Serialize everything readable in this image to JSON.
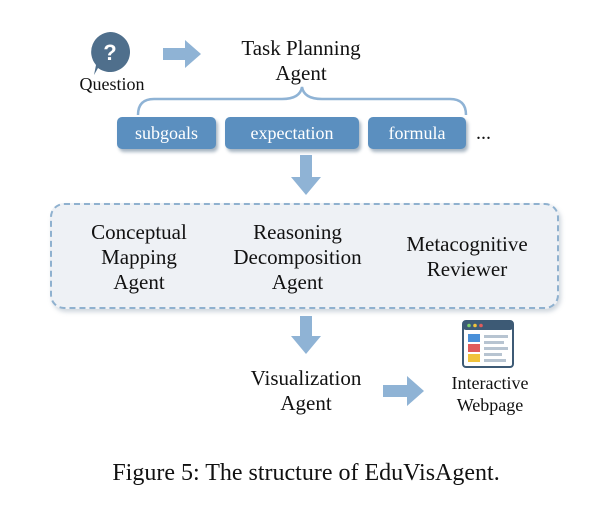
{
  "question_label": "Question",
  "task_planning_agent": [
    "Task Planning",
    "Agent"
  ],
  "tags": [
    "subgoals",
    "expectation",
    "formula"
  ],
  "tags_more": "...",
  "agents": {
    "conceptual": [
      "Conceptual",
      "Mapping",
      "Agent"
    ],
    "reasoning": [
      "Reasoning",
      "Decomposition",
      "Agent"
    ],
    "metacognitive": [
      "Metacognitive",
      "Reviewer"
    ]
  },
  "visualization_agent": [
    "Visualization",
    "Agent"
  ],
  "interactive_webpage": [
    "Interactive",
    "Webpage"
  ],
  "caption": "Figure 5: The structure of EduVisAgent.",
  "colors": {
    "arrow": "#8fb3d5",
    "tag_fill": "#5b8fbf",
    "question_icon": "#4f6f8c",
    "box_border": "#8fb1cf",
    "box_fill": "#eef1f5"
  }
}
